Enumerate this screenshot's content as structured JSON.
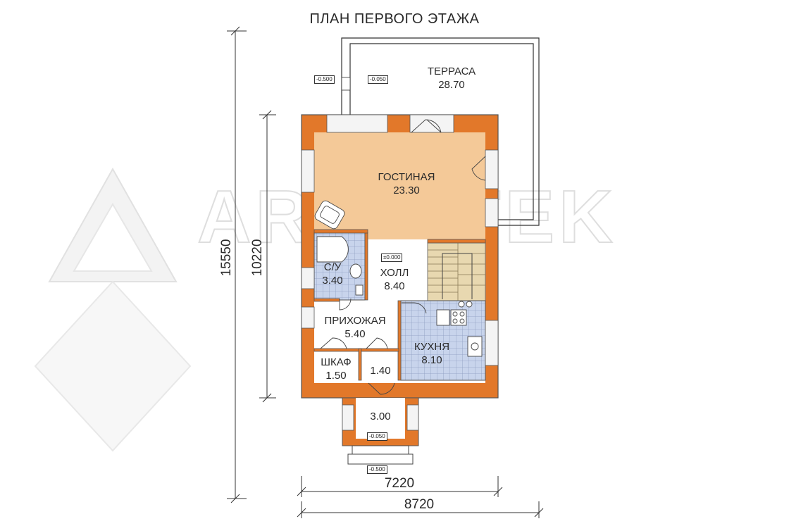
{
  "plan": {
    "title": "ПЛАН ПЕРВОГО ЭТАЖА",
    "watermark": "ARCHITEK",
    "colors": {
      "wall": "#e2782a",
      "living": "#f4c998",
      "stair": "#e8d8b0",
      "tile": "#c8d4ec",
      "window": "#f4f4f4"
    },
    "rooms": {
      "terrace": {
        "name": "ТЕРРАСА",
        "area": "28.70"
      },
      "living": {
        "name": "ГОСТИНАЯ",
        "area": "23.30"
      },
      "bathroom": {
        "name": "С/У",
        "area": "3.40"
      },
      "hall": {
        "name": "ХОЛЛ",
        "area": "8.40"
      },
      "entry": {
        "name": "ПРИХОЖАЯ",
        "area": "5.40"
      },
      "kitchen": {
        "name": "КУХНЯ",
        "area": "8.10"
      },
      "wardrobe": {
        "name": "ШКАФ",
        "area": "1.50"
      },
      "closet": {
        "area": "1.40"
      },
      "porch": {
        "area": "3.00"
      }
    },
    "elevations": {
      "terrace_left": "-0.500",
      "terrace_right": "-0.050",
      "floor": "±0.000",
      "porch_top": "-0.050",
      "porch_bottom": "-0.500"
    },
    "dimensions": {
      "overall_height": "15550",
      "house_height": "10220",
      "house_width": "7220",
      "overall_width": "8720"
    }
  }
}
